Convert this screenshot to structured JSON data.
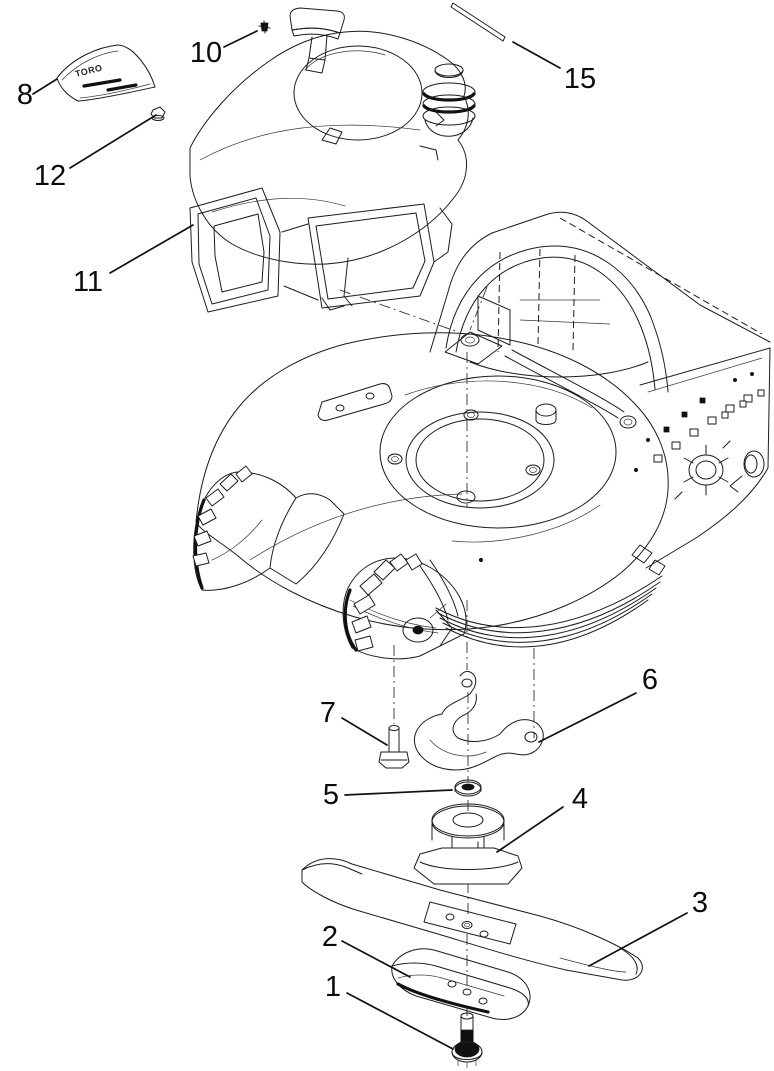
{
  "page": {
    "background": "#ffffff",
    "line_color": "#1c1c1c"
  },
  "diagram": {
    "type": "exploded-parts-diagram",
    "callouts": {
      "c1": "1",
      "c2": "2",
      "c3": "3",
      "c4": "4",
      "c5": "5",
      "c6": "6",
      "c7": "7",
      "c8": "8",
      "c10": "10",
      "c11": "11",
      "c12": "12",
      "c15": "15"
    },
    "decal": {
      "brand_text": "TORO"
    }
  }
}
